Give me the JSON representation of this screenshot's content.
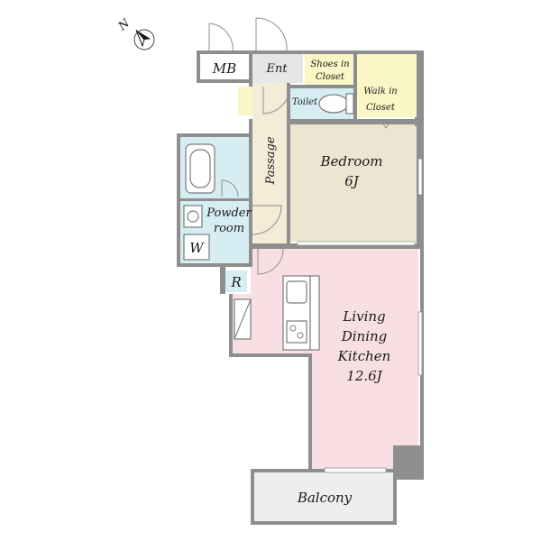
{
  "compass": {
    "label": "N"
  },
  "rooms": {
    "mb": "MB",
    "entrance": "Ent",
    "shoes_closet": [
      "Shoes in",
      "Closet"
    ],
    "toilet": "Toilet",
    "walk_in_closet": [
      "Walk in",
      "Closet"
    ],
    "passage": "Passage",
    "bedroom": [
      "Bedroom",
      "6J"
    ],
    "powder_room": [
      "Powder",
      "room"
    ],
    "washer": "W",
    "refrigerator": "R",
    "ldk": [
      "Living",
      "Dining",
      "Kitchen",
      "12.6J"
    ],
    "balcony": "Balcony"
  },
  "colors": {
    "wall": "#8e8e8e",
    "wet_area": "#d6eef3",
    "bedroom": "#ede5d2",
    "ldk": "#f8dfe4",
    "closet": "#fbf6c5",
    "entrance": "#e6e6e6",
    "passage": "#f3ecd6",
    "balcony": "#eeeeee"
  }
}
